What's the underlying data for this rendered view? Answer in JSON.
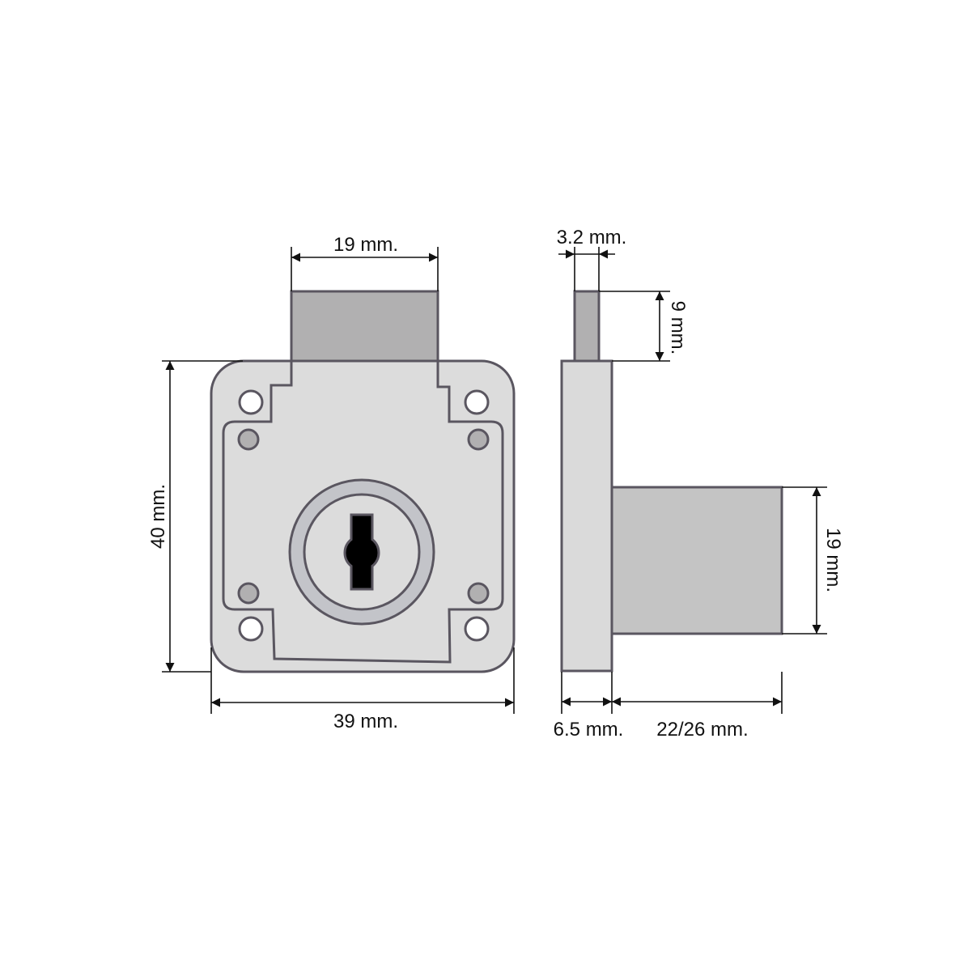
{
  "front_view": {
    "bolt_width": "19 mm.",
    "height": "40 mm.",
    "width": "39 mm."
  },
  "side_view": {
    "pin_thickness": "3.2 mm.",
    "pin_height": "9 mm.",
    "bolt_height": "19 mm.",
    "plate_thickness": "6.5 mm.",
    "body_depth": "22/26 mm."
  },
  "colors": {
    "outline": "#5a5660",
    "plate": "#dcdcdc",
    "bolt": "#b1b0b1",
    "side_body": "#c4c4c4",
    "ring": "#c3c4c9"
  }
}
